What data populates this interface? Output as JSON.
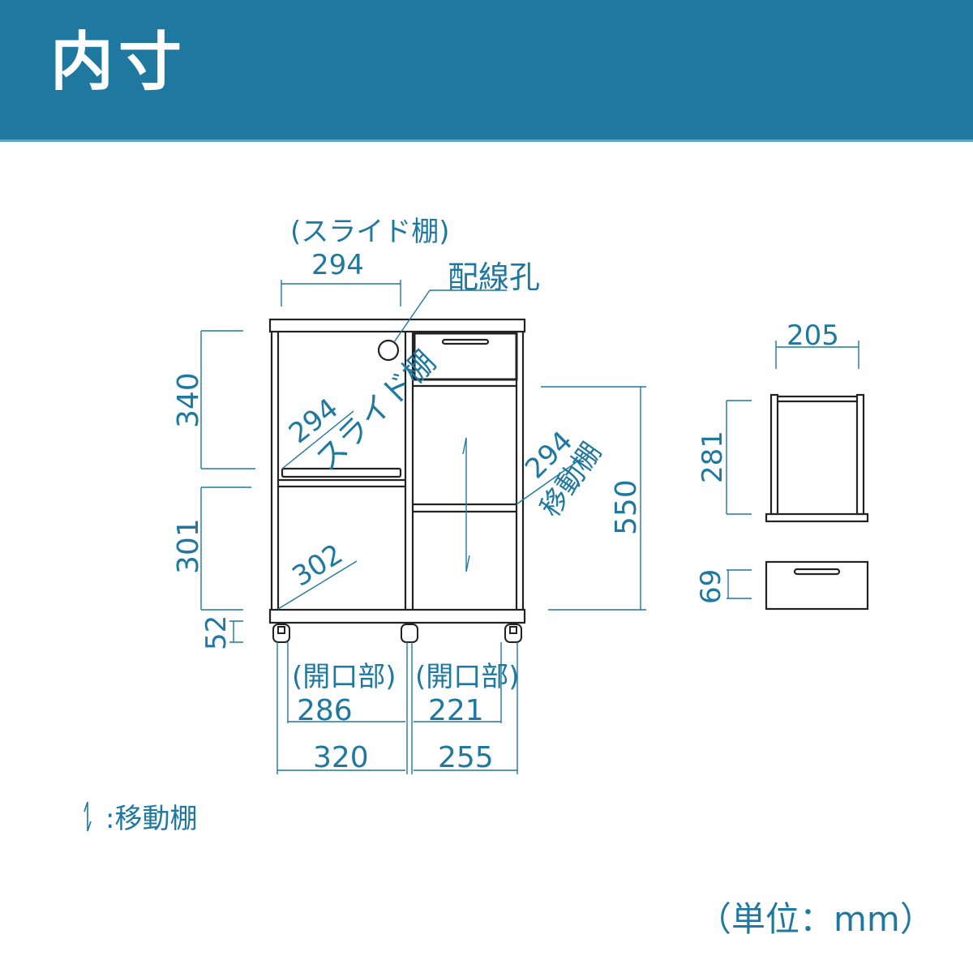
{
  "header": {
    "title": "内寸",
    "background": "#1f78a0"
  },
  "colors": {
    "accent": "#1f78a0",
    "line": "#222222"
  },
  "labels": {
    "slide_shelf_caption": "(スライド棚)",
    "slide_shelf_top_width": "294",
    "wiring_hole": "配線孔",
    "slide_shelf_width": "294",
    "slide_shelf_name": "スライド棚",
    "upper_height": "340",
    "lower_height": "301",
    "lower_depth": "302",
    "caster_height": "52",
    "movable_shelf_width": "294",
    "movable_shelf_name": "移動棚",
    "right_height": "550",
    "opening_left_caption": "(開口部)",
    "opening_right_caption": "(開口部)",
    "opening_left": "286",
    "opening_right": "221",
    "inner_left": "320",
    "inner_right": "255",
    "drawer_width": "205",
    "drawer_depth": "281",
    "drawer_height": "69"
  },
  "legend": {
    "icon": "movable-arrow-icon",
    "label": ":移動棚"
  },
  "unit": "（単位：mm）"
}
